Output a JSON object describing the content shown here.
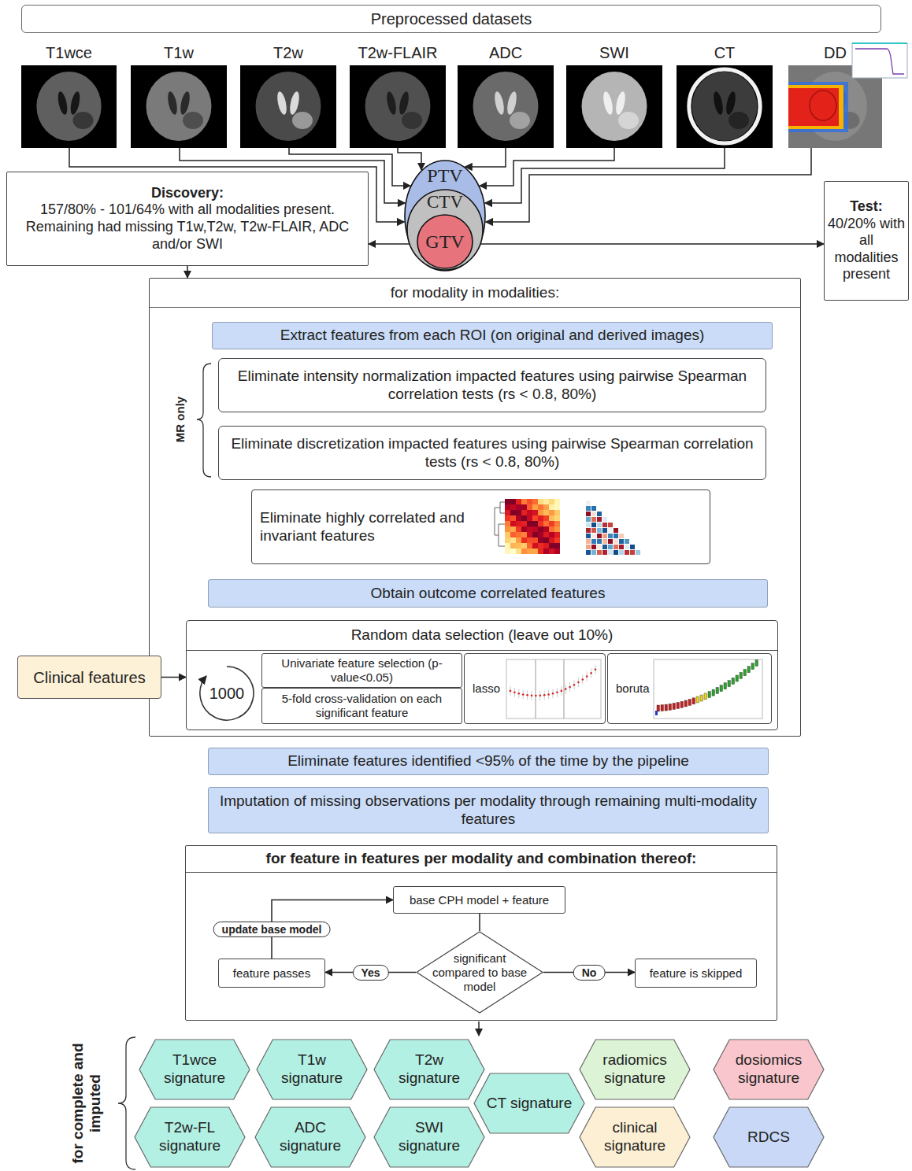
{
  "diagram": {
    "nodes": [
      {
        "text": [
          "Preprocessed datasets"
        ]
      },
      {
        "text": [
          "T1wce"
        ]
      },
      {
        "text": [
          "T1w"
        ]
      },
      {
        "text": [
          "T2w"
        ]
      },
      {
        "text": [
          "T2w-FLAIR"
        ]
      },
      {
        "text": [
          "ADC"
        ]
      },
      {
        "text": [
          "SWI"
        ]
      },
      {
        "text": [
          "CT"
        ]
      },
      {
        "text": [
          "DD"
        ]
      },
      {
        "text": [
          "PTV"
        ]
      },
      {
        "text": [
          "CTV"
        ],
        "in": 9
      },
      {
        "text": [
          "GTV"
        ],
        "in": 10
      },
      {
        "text": [
          "Discovery:",
          "157/80% - 101/64% with all modalities present. Remaining had missing T1w,T2w, T2w-FLAIR, ADC and/or SWI"
        ]
      },
      {
        "text": [
          "Test:",
          "40/20% with all modalities present"
        ]
      },
      {
        "text": [
          "for modality in modalities:"
        ]
      },
      {
        "text": [
          "Extract features from each ROI (on original and derived images)"
        ],
        "in": 14
      },
      {
        "text": [
          "Eliminate intensity normalization impacted features using pairwise Spearman correlation tests (rs < 0.8, 80%)"
        ],
        "in": 14
      },
      {
        "text": [
          "Eliminate discretization impacted features using pairwise Spearman correlation tests (rs < 0.8, 80%)"
        ],
        "in": 14
      },
      {
        "text": [
          "Eliminate highly correlated and invariant features"
        ],
        "in": 14
      },
      {
        "text": [
          "Obtain outcome correlated features"
        ],
        "in": 14
      },
      {
        "text": [
          "Random data selection (leave out 10%)"
        ],
        "in": 14
      },
      {
        "text": [
          "Univariate feature selection (p-value<0.05)"
        ],
        "in": 20
      },
      {
        "text": [
          "5-fold cross-validation on each significant feature"
        ],
        "in": 20
      },
      {
        "text": [
          "lasso"
        ],
        "in": 20
      },
      {
        "text": [
          "boruta"
        ],
        "in": 20
      },
      {
        "text": [
          "Clinical features"
        ]
      },
      {
        "text": [
          "Eliminate features identified <95% of the time by the pipeline"
        ]
      },
      {
        "text": [
          "Imputation of missing observations per modality through remaining multi-modality features"
        ]
      },
      {
        "text": [
          "for feature in features per modality and combination thereof:"
        ]
      },
      {
        "text": [
          "base CPH model + feature"
        ],
        "in": 28
      },
      {
        "text": [
          "significant compared to base model"
        ],
        "in": 28
      },
      {
        "text": [
          "feature passes"
        ],
        "in": 28
      },
      {
        "text": [
          "feature is skipped"
        ],
        "in": 28
      },
      {
        "text": [
          "T1wce signature"
        ]
      },
      {
        "text": [
          "T1w signature"
        ]
      },
      {
        "text": [
          "T2w signature"
        ]
      },
      {
        "text": [
          "CT signature"
        ]
      },
      {
        "text": [
          "radiomics signature"
        ]
      },
      {
        "text": [
          "dosiomics signature"
        ]
      },
      {
        "text": [
          "T2w-FL signature"
        ]
      },
      {
        "text": [
          "ADC signature"
        ]
      },
      {
        "text": [
          "SWI signature"
        ]
      },
      {
        "text": [
          "clinical signature"
        ]
      },
      {
        "text": [
          "RDCS"
        ]
      }
    ],
    "edges": [
      {
        "from": 1,
        "to": 9,
        "arrow": "to"
      },
      {
        "from": 2,
        "to": 9,
        "arrow": "to"
      },
      {
        "from": 3,
        "to": 9,
        "arrow": "to"
      },
      {
        "from": 4,
        "to": 9,
        "arrow": "to"
      },
      {
        "from": 5,
        "to": 9,
        "arrow": "to"
      },
      {
        "from": 6,
        "to": 9,
        "arrow": "to"
      },
      {
        "from": 7,
        "to": 9,
        "arrow": "to"
      },
      {
        "from": 8,
        "to": 9,
        "arrow": "to"
      },
      {
        "from": 9,
        "to": 12,
        "arrow": "to"
      },
      {
        "from": 9,
        "to": 13,
        "arrow": "to"
      },
      {
        "from": 12,
        "to": 14,
        "arrow": "to"
      },
      {
        "from": 25,
        "to": 20,
        "arrow": "to"
      },
      {
        "from": 29,
        "to": 30,
        "arrow": "none"
      },
      {
        "from": 30,
        "to": 31,
        "label": "Yes",
        "arrow": "to"
      },
      {
        "from": 30,
        "to": 32,
        "label": "No",
        "arrow": "to"
      },
      {
        "from": 31,
        "to": 29,
        "label": "update base model",
        "arrow": "to"
      }
    ],
    "labels": [
      "MR only",
      "1000",
      "for complete and imputed"
    ]
  }
}
